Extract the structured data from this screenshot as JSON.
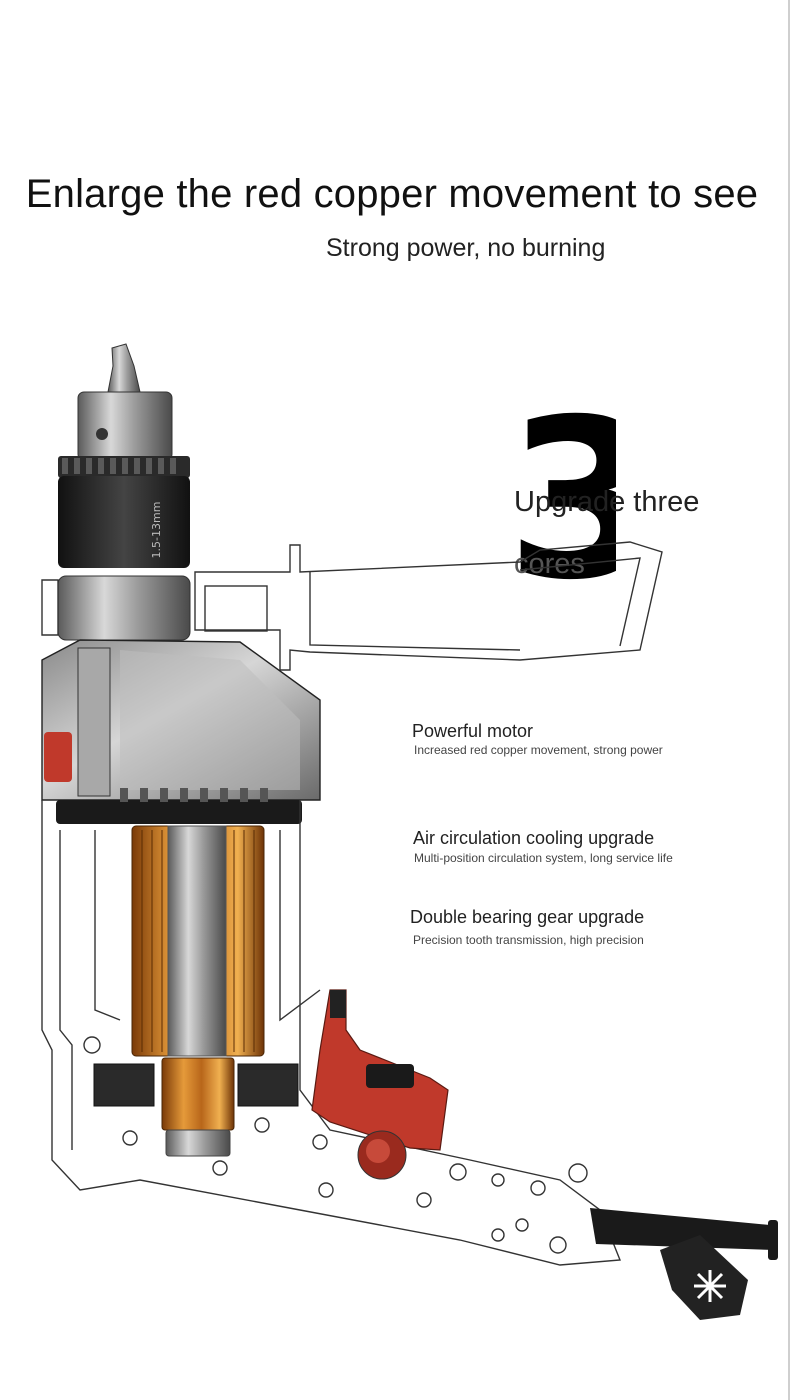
{
  "headline": "Enlarge the red copper movement to see",
  "subhead": "Strong power, no burning",
  "upgrade": {
    "digit": "3",
    "title": "Upgrade three",
    "title_line2": "cores"
  },
  "features": [
    {
      "title": "Powerful motor",
      "desc": "Increased red copper movement, strong power"
    },
    {
      "title": "Air circulation cooling upgrade",
      "desc": "Multi-position circulation system, long service life"
    },
    {
      "title": "Double bearing gear upgrade",
      "desc": "Precision tooth transmission, high precision"
    }
  ],
  "chuck_engraving": "1.5-13mm",
  "colors": {
    "text": "#1a1a1a",
    "copper": "#c8731c",
    "housing_red": "#c0392b",
    "steel": "#9a9a9a",
    "outline": "#333333"
  }
}
